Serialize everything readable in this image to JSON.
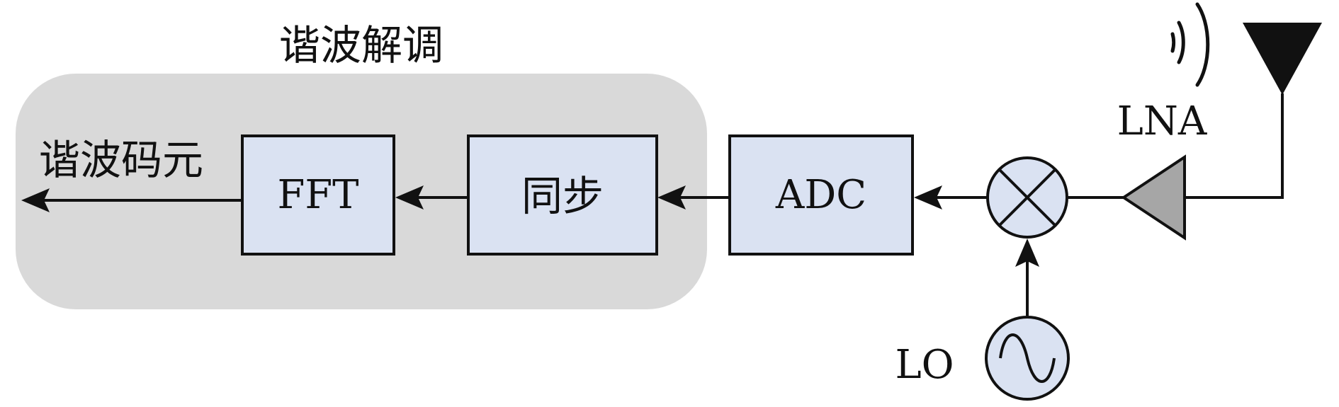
{
  "group": {
    "title": "谐波解调"
  },
  "output_label": "谐波码元",
  "blocks": {
    "fft": "FFT",
    "sync": "同步",
    "adc": "ADC"
  },
  "amplifier_label": "LNA",
  "oscillator_label": "LO",
  "colors": {
    "group_fill": "#d9d9d9",
    "block_fill": "#dae2f2",
    "amplifier_fill": "#a6a6a6",
    "stroke": "#111111"
  }
}
